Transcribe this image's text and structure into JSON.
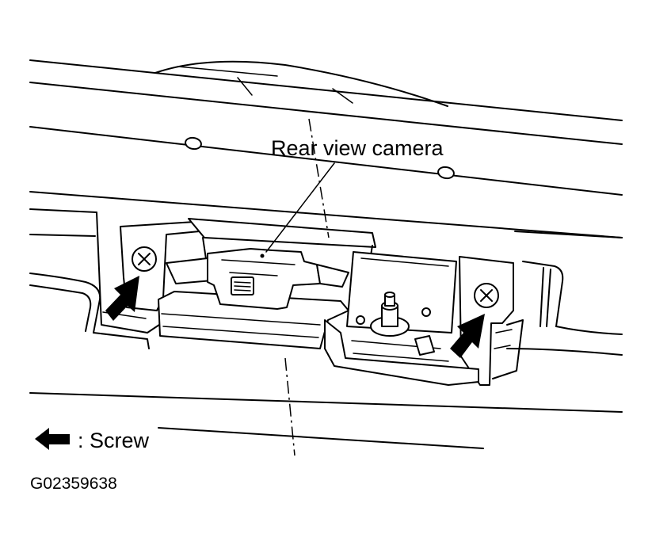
{
  "labels": {
    "rear_view_camera": "Rear view camera",
    "legend_screw": ": Screw",
    "figure_id": "G02359638"
  },
  "icons": {
    "legend_arrow": "left-arrow-icon",
    "screw_symbol": "screw-head-icon"
  }
}
